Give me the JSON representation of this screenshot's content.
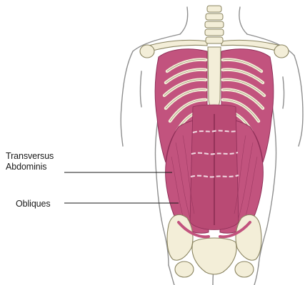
{
  "labels": {
    "transversus_line1": "Transversus",
    "transversus_line2": "Abdominis",
    "obliques": "Obliques"
  },
  "colors": {
    "muscle": "#c2537e",
    "muscle_dark": "#8f2f58",
    "bone": "#f3eed8",
    "bone_outline": "#8a8460",
    "outline": "#8a8a8a",
    "leader_line": "#1a1a1a"
  }
}
